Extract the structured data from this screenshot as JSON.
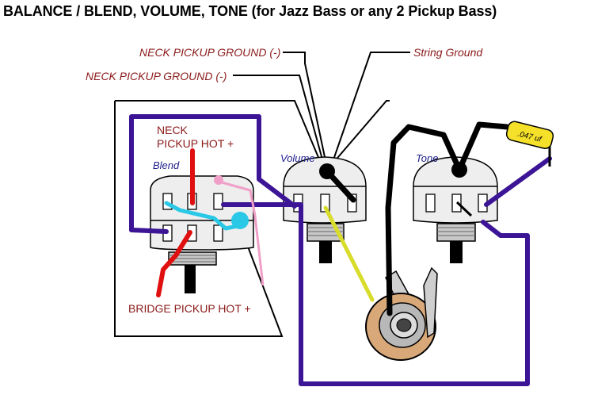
{
  "title": "BALANCE / BLEND, VOLUME, TONE (for Jazz Bass or any 2 Pickup Bass)",
  "labels": {
    "neck_ground_upper": "NECK PICKUP GROUND (-)",
    "neck_ground_lower": "NECK PICKUP GROUND (-)",
    "string_ground": "String Ground",
    "neck_hot_line1": "NECK",
    "neck_hot_line2": "PICKUP HOT +",
    "bridge_hot": "BRIDGE PICKUP HOT +",
    "blend": "Blend",
    "volume": "Volume",
    "tone": "Tone",
    "capacitor": ".047 uf"
  },
  "colors": {
    "label_red": "#8b1a1a",
    "pot_label_blue": "#1e1e8c",
    "wire_purple": "#3c1496",
    "wire_red": "#e01010",
    "wire_cyan": "#29c8e6",
    "wire_yellow": "#d8dc2a",
    "wire_pink": "#f0a0c8",
    "capacitor_yellow": "#f5e02a"
  }
}
